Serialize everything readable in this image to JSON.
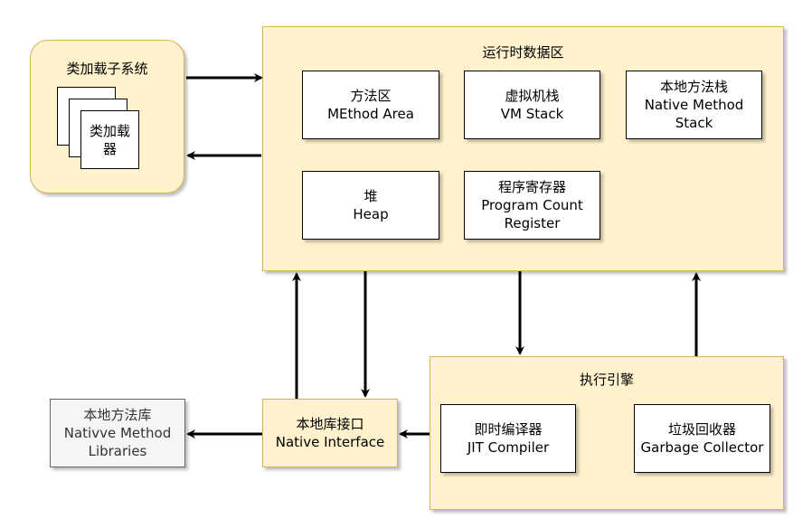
{
  "class_loader_subsystem": {
    "title": "类加载子系统",
    "loader_line1": "类加载",
    "loader_line2": "器"
  },
  "runtime_data_area": {
    "title": "运行时数据区",
    "method_area": {
      "cn": "方法区",
      "en": "MEthod Area"
    },
    "vm_stack": {
      "cn": "虚拟机栈",
      "en": "VM Stack"
    },
    "native_method_stack": {
      "cn": "本地方法栈",
      "en1": "Native Method",
      "en2": "Stack"
    },
    "heap": {
      "cn": "堆",
      "en": "Heap"
    },
    "program_counter": {
      "cn": "程序寄存器",
      "en1": "Program Count",
      "en2": "Register"
    }
  },
  "execution_engine": {
    "title": "执行引擎",
    "jit": {
      "cn": "即时编译器",
      "en": "JIT Compiler"
    },
    "gc": {
      "cn": "垃圾回收器",
      "en": "Garbage Collector"
    }
  },
  "native_interface": {
    "cn": "本地库接口",
    "en": "Native Interface"
  },
  "native_libraries": {
    "cn": "本地方法库",
    "en1": "Nativve Method",
    "en2": "Libraries"
  },
  "colors": {
    "container_fill": "#fff2cc",
    "container_stroke": "#d6b656",
    "library_fill": "#f5f5f5"
  }
}
